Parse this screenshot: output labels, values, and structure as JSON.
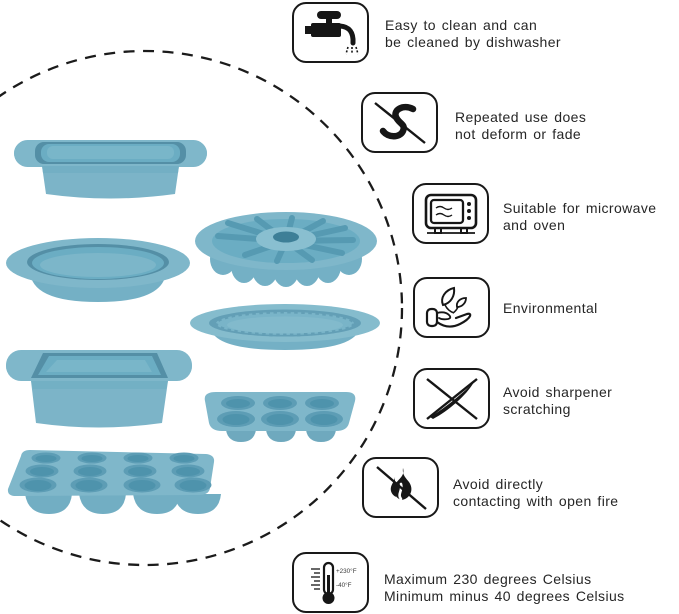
{
  "features": [
    {
      "icon": "faucet-icon",
      "line1": "Easy to clean and can",
      "line2": "be cleaned by dishwasher"
    },
    {
      "icon": "no-deform-icon",
      "line1": "Repeated use does",
      "line2": "not deform or fade"
    },
    {
      "icon": "microwave-icon",
      "line1": "Suitable for microwave",
      "line2": "and oven"
    },
    {
      "icon": "eco-hand-icon",
      "line1": "Environmental",
      "line2": ""
    },
    {
      "icon": "no-knife-icon",
      "line1": "Avoid sharpener",
      "line2": "scratching"
    },
    {
      "icon": "no-open-fire-icon",
      "line1": "Avoid directly",
      "line2": "contacting with open fire"
    },
    {
      "icon": "thermometer-icon",
      "line1": "Maximum 230 degrees Celsius",
      "line2": "Minimum minus 40 degrees Celsius"
    }
  ],
  "thermometer": {
    "max_label": "+230°F",
    "min_label": "-40°F"
  },
  "bakeware": {
    "items": [
      "loaf-pan",
      "round-cake-pan",
      "bundt-pan",
      "pie-pan",
      "square-pan",
      "muffin-pan-6-cup",
      "muffin-pan-12-cup"
    ]
  },
  "colors": {
    "silicone_base": "#7fb7ca",
    "silicone_dark": "#5d9db5",
    "silicone_deep": "#4e93ac",
    "outline": "#191919",
    "text": "#262626"
  }
}
